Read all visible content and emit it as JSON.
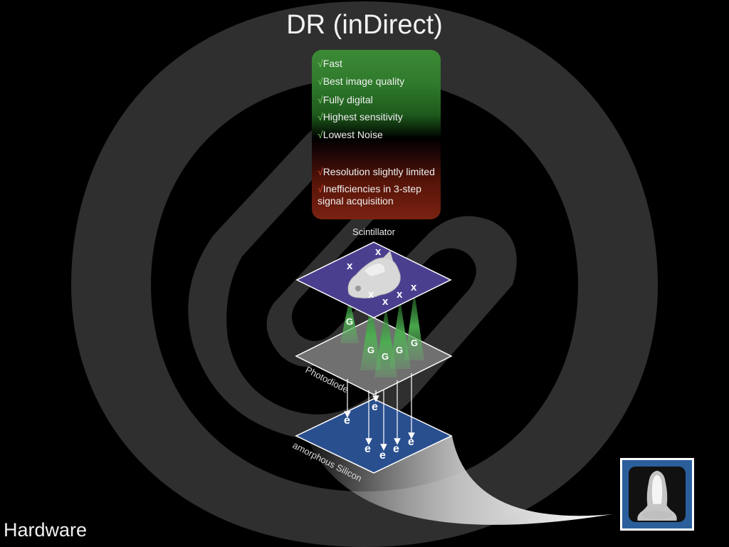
{
  "slide": {
    "title": "DR (inDirect)",
    "footer": "Hardware"
  },
  "advantages": [
    {
      "check": "√",
      "text": "Fast"
    },
    {
      "check": "√",
      "text": "Best image quality"
    },
    {
      "check": "√",
      "text": "Fully digital"
    },
    {
      "check": "√",
      "text": "Highest sensitivity"
    },
    {
      "check": "√",
      "text": "Lowest Noise"
    }
  ],
  "disadvantages": [
    {
      "check": "√",
      "text": "Resolution slightly limited"
    },
    {
      "check": "√",
      "text": "Inefficiencies in 3-step signal acquisition"
    }
  ],
  "diagram": {
    "layers": {
      "scintillator": "Scintillator",
      "photodiode": "Photodiode",
      "silicon": "amorphous Silicon"
    },
    "xray_marker": "x",
    "light_marker": "G",
    "electron_marker": "e"
  },
  "colors": {
    "scintillator": "#4a3f8f",
    "photodiode": "#6a6a6a",
    "silicon": "#2a4f8f",
    "light_cone": "#4caf50",
    "pros_box": "#3c8a36",
    "cons_box": "#7a2212"
  }
}
